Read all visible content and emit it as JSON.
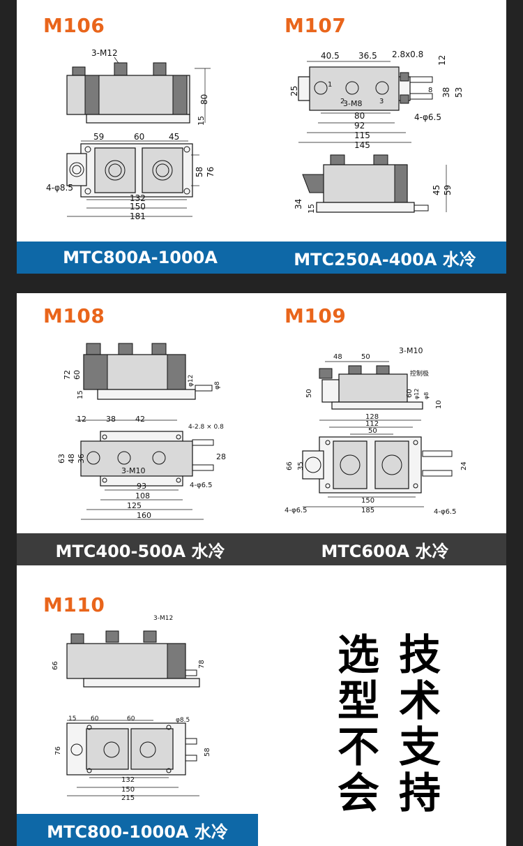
{
  "cards": [
    {
      "code": "M106",
      "title": "MTC800A-1000A",
      "dims": {
        "terminal": "3-M12",
        "h_total": "80",
        "h_base": "15",
        "w1": "59",
        "w2": "60",
        "w3": "45",
        "v1": "58",
        "v2": "76",
        "hole": "4-φ8.5",
        "b1": "132",
        "b2": "150",
        "b3": "181"
      }
    },
    {
      "code": "M107",
      "title": "MTC250A-400A 水冷",
      "dims": {
        "t1": "40.5",
        "t2": "36.5",
        "t3": "2.8x0.8",
        "t4": "12",
        "left": "25",
        "r1": "8",
        "r2": "38",
        "r3": "53",
        "screw": "3-M8",
        "hole": "4-φ6.5",
        "b1": "80",
        "b2": "92",
        "b3": "115",
        "b4": "145",
        "s1": "34",
        "s2": "15",
        "s3": "45",
        "s4": "59"
      }
    },
    {
      "code": "M108",
      "title": "MTC400-500A  水冷",
      "dims": {
        "h1": "72",
        "h2": "60",
        "h3": "15",
        "d1": "φ12",
        "d2": "φ8",
        "t1": "12",
        "t2": "38",
        "t3": "42",
        "t4": "4-2.8 × 0.8",
        "v1": "63",
        "v2": "48",
        "v3": "36",
        "screw": "3-M10",
        "r1": "28",
        "hole": "4-φ6.5",
        "b1": "93",
        "b2": "108",
        "b3": "125",
        "b4": "160"
      }
    },
    {
      "code": "M109",
      "title": "MTC600A  水冷",
      "dims": {
        "t1": "48",
        "t2": "50",
        "screw": "3-M10",
        "ctrl": "控制极",
        "h1": "50",
        "h2": "60",
        "d1": "φ12",
        "d2": "φ8",
        "h3": "10",
        "w1": "128",
        "w2": "112",
        "w3": "50",
        "v1": "66",
        "v2": "35",
        "r1": "24",
        "b1": "150",
        "b2": "185",
        "hole1": "4-φ6.5",
        "hole2": "4-φ6.5"
      }
    },
    {
      "code": "M110",
      "title": "MTC800-1000A  水冷",
      "dims": {
        "screw": "3-M12",
        "h1": "66",
        "h2": "78",
        "t1": "15",
        "t2": "60",
        "t3": "60",
        "d1": "φ8.5",
        "v1": "76",
        "r1": "58",
        "b1": "132",
        "b2": "150",
        "b3": "215"
      }
    }
  ],
  "slogan": {
    "left": [
      "选",
      "型",
      "不",
      "会"
    ],
    "right": [
      "技",
      "术",
      "支",
      "持"
    ]
  },
  "colors": {
    "accent": "#e9651b",
    "banner_blue": "#0e68a7",
    "banner_dark": "#3c3c3c",
    "gap": "#232323"
  }
}
